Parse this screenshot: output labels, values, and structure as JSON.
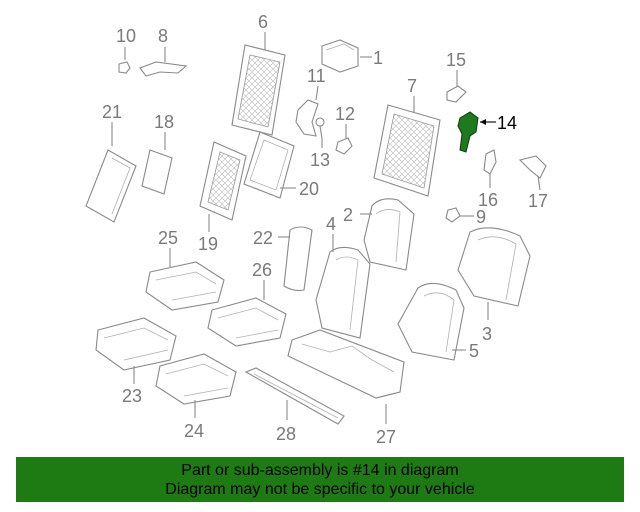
{
  "diagram": {
    "callouts": [
      "10",
      "8",
      "6",
      "1",
      "15",
      "11",
      "7",
      "14",
      "21",
      "18",
      "12",
      "13",
      "16",
      "17",
      "20",
      "19",
      "2",
      "9",
      "22",
      "4",
      "25",
      "26",
      "3",
      "5",
      "23",
      "24",
      "28",
      "27"
    ],
    "highlighted_callout": "14",
    "highlight_color": "#1e7a1e"
  },
  "banner": {
    "line1": "Part or sub-assembly is #14 in diagram",
    "line2": "Diagram may not be specific to your vehicle",
    "background": "#1e7a12"
  }
}
